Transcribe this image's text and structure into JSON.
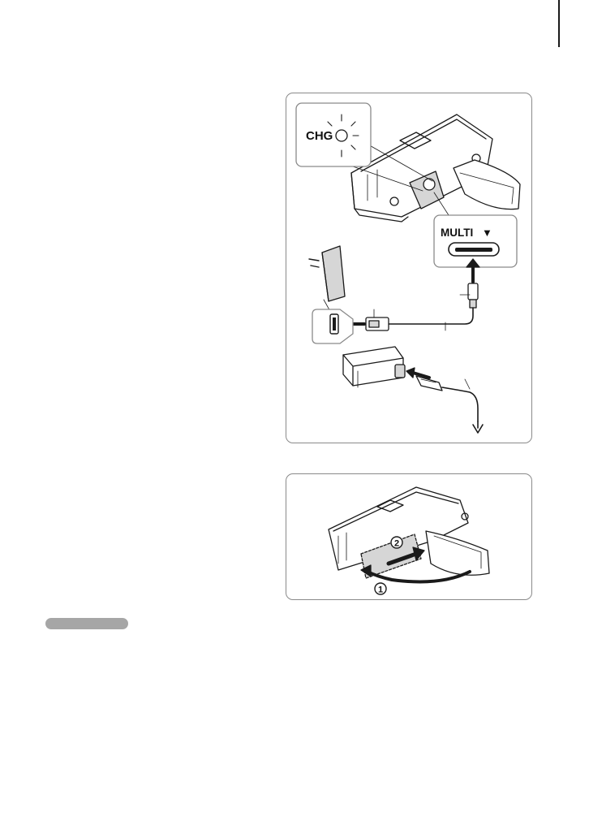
{
  "figure_1": {
    "chg_label": "CHG",
    "multi_label": "MULTI",
    "multi_arrow": "▼"
  },
  "figure_2": {
    "step_1": "1",
    "step_2": "2"
  },
  "colors": {
    "border": "#8a8a8a",
    "line": "#1a1a1a",
    "panel_fill": "#ffffff",
    "shade": "#d6d6d6",
    "pill": "#a6a6a6"
  }
}
